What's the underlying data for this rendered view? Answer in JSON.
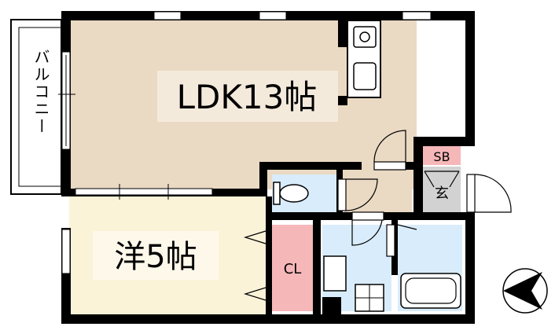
{
  "floor_plan": {
    "rooms": {
      "ldk": {
        "label": "LDK13帖",
        "color": "#EAD9C3"
      },
      "western": {
        "label": "洋5帖",
        "color": "#FBF3D8"
      },
      "closet": {
        "label": "CL",
        "color": "#F6B7B9"
      },
      "shoe_box": {
        "label": "SB",
        "color": "#F6B7B9"
      },
      "entrance": {
        "label": "玄",
        "color": "#D2D2D2"
      },
      "balcony": {
        "label": "バルコニー",
        "color": "#FFFFFF"
      },
      "toilet": {
        "label": "",
        "color": "#D9ECFB"
      },
      "washroom": {
        "label": "",
        "color": "#D9ECFB"
      },
      "bathroom": {
        "label": "",
        "color": "#D9ECFB"
      }
    },
    "wall_color": "#000000",
    "compass": {
      "direction": "west",
      "icon": "compass-arrow-icon"
    }
  }
}
